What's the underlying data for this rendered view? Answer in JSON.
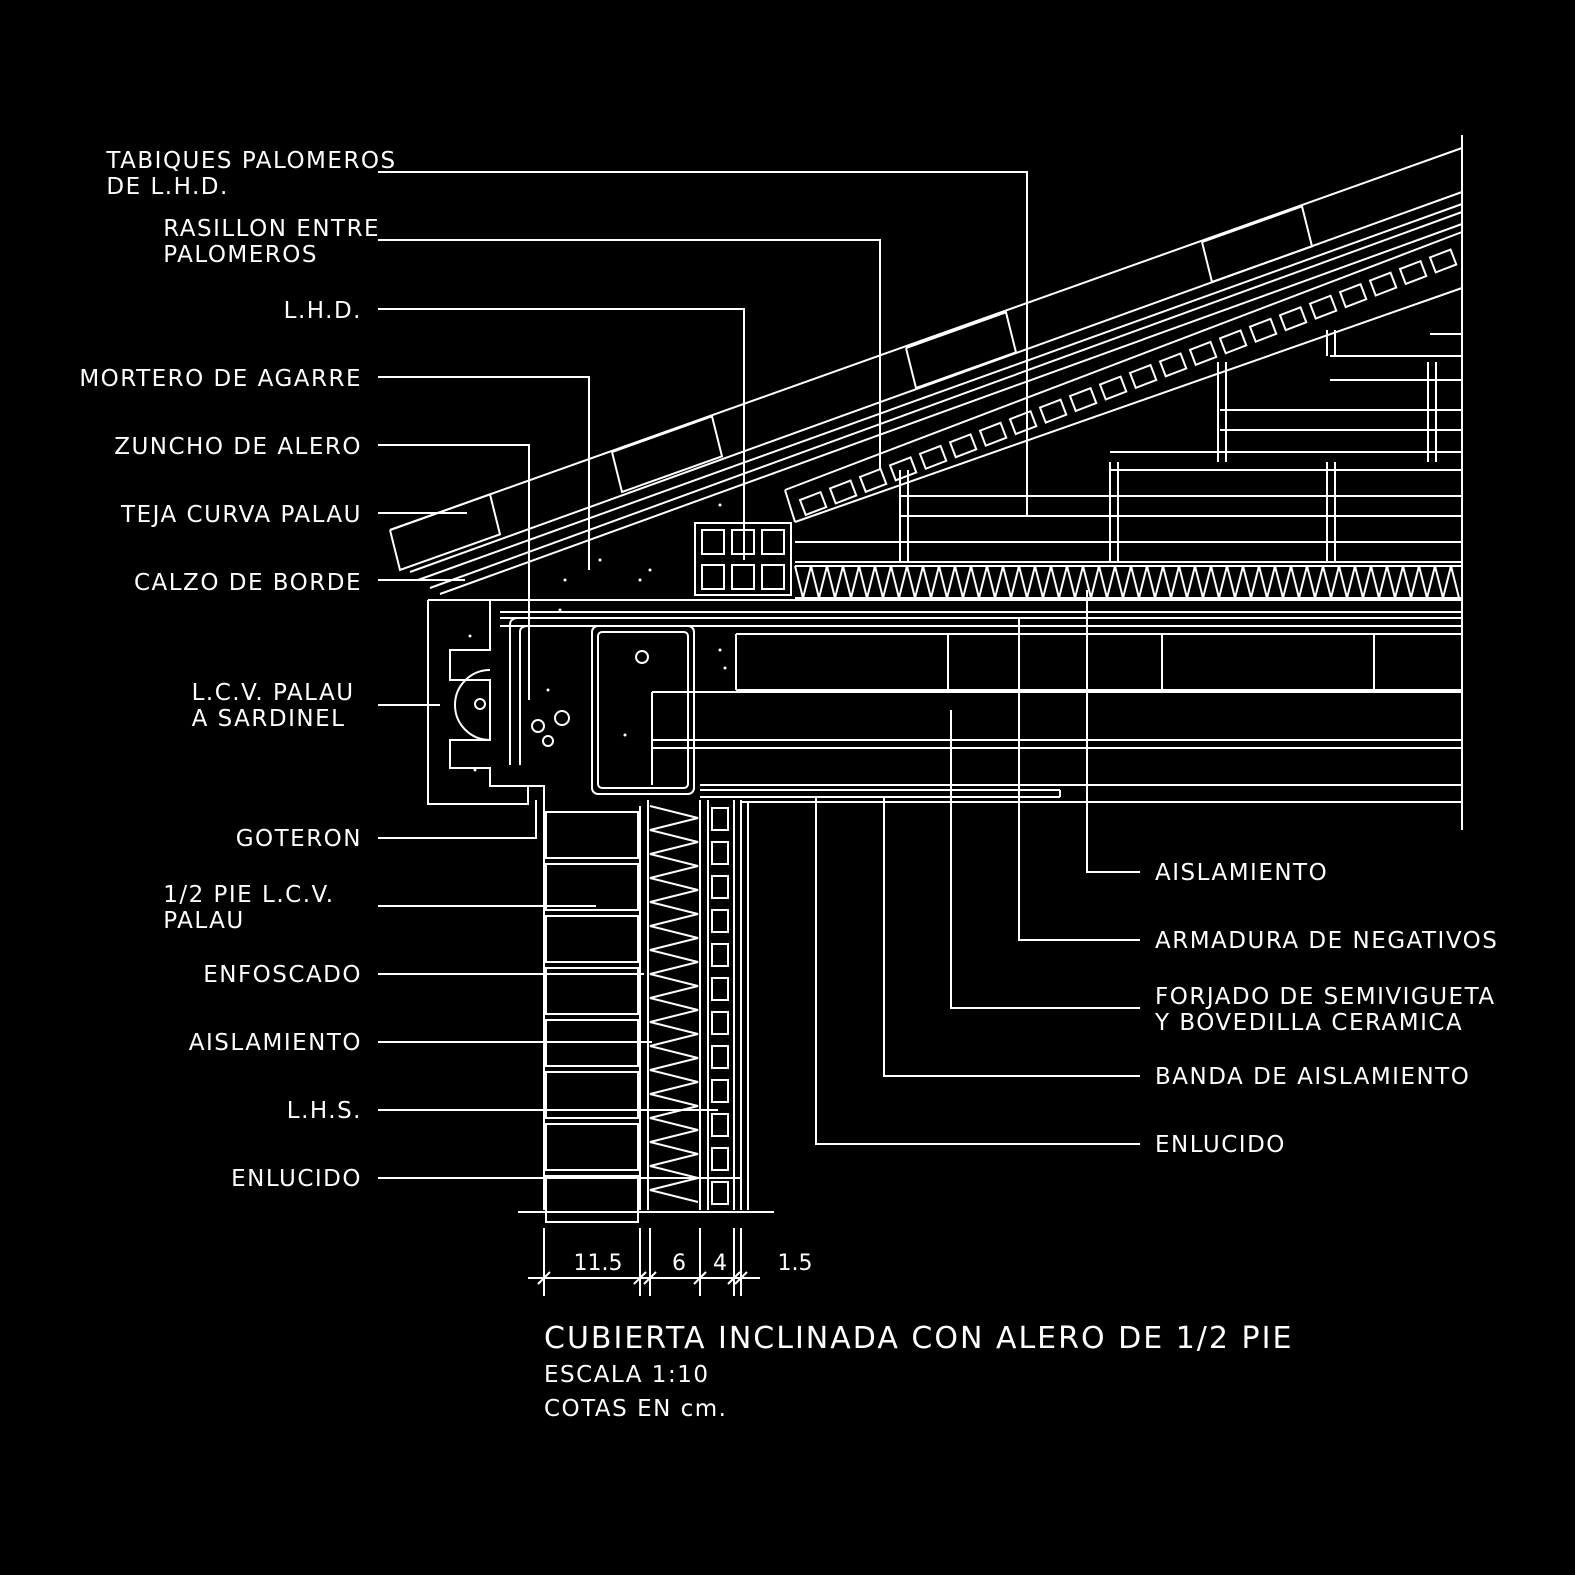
{
  "drawing": {
    "colors": {
      "background": "#000000",
      "line": "#ffffff"
    },
    "left_labels": [
      {
        "lines": [
          "TABIQUES PALOMEROS",
          "DE L.H.D."
        ]
      },
      {
        "lines": [
          "RASILLON ENTRE",
          "PALOMEROS"
        ]
      },
      {
        "lines": [
          "L.H.D."
        ]
      },
      {
        "lines": [
          "MORTERO DE AGARRE"
        ]
      },
      {
        "lines": [
          "ZUNCHO DE ALERO"
        ]
      },
      {
        "lines": [
          "TEJA CURVA PALAU"
        ]
      },
      {
        "lines": [
          "CALZO DE BORDE"
        ]
      },
      {
        "lines": [
          "L.C.V. PALAU",
          "A SARDINEL"
        ]
      },
      {
        "lines": [
          "GOTERON"
        ]
      },
      {
        "lines": [
          "1/2 PIE L.C.V.",
          "PALAU"
        ]
      },
      {
        "lines": [
          "ENFOSCADO"
        ]
      },
      {
        "lines": [
          "AISLAMIENTO"
        ]
      },
      {
        "lines": [
          "L.H.S."
        ]
      },
      {
        "lines": [
          "ENLUCIDO"
        ]
      }
    ],
    "right_labels": [
      {
        "lines": [
          "AISLAMIENTO"
        ]
      },
      {
        "lines": [
          "ARMADURA DE NEGATIVOS"
        ]
      },
      {
        "lines": [
          "FORJADO DE SEMIVIGUETA",
          "Y BOVEDILLA CERAMICA"
        ]
      },
      {
        "lines": [
          "BANDA DE AISLAMIENTO"
        ]
      },
      {
        "lines": [
          "ENLUCIDO"
        ]
      }
    ],
    "dimensions": [
      "11.5",
      "6",
      "4",
      "1.5"
    ],
    "title": "CUBIERTA INCLINADA CON ALERO DE 1/2 PIE",
    "scale": "ESCALA 1:10",
    "units": "COTAS EN cm."
  }
}
